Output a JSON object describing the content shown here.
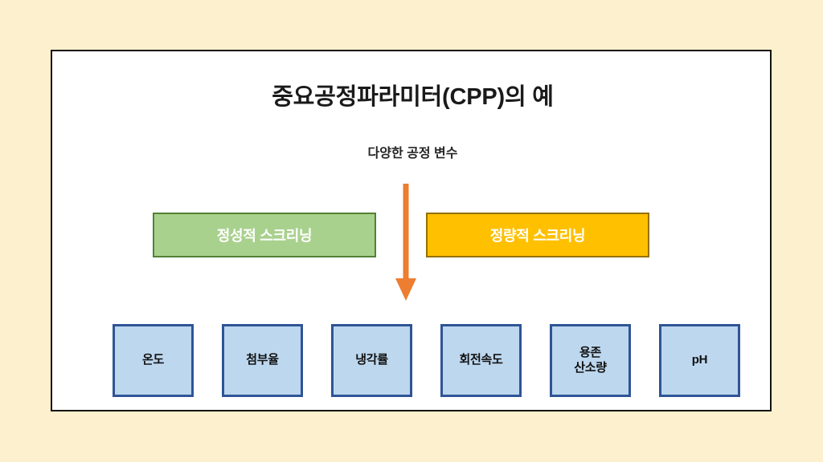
{
  "canvas": {
    "background_color": "#FDF0CE",
    "card_background": "#FFFFFF",
    "card_border_color": "#15120D"
  },
  "slide": {
    "title": "중요공정파라미터(CPP)의 예",
    "subtitle": "다양한 공정 변수"
  },
  "arrow": {
    "name": "down-arrow",
    "color": "#ED7D31",
    "direction": "down"
  },
  "screening": [
    {
      "label": "정성적 스크리닝",
      "fill": "#A9D18E",
      "border": "#538135",
      "text_color": "#FFFFFF"
    },
    {
      "label": "정량적 스크리닝",
      "fill": "#FFC000",
      "border": "#947100",
      "text_color": "#FFFFFF"
    }
  ],
  "parameters": {
    "fill": "#BDD7EE",
    "border": "#2F5496",
    "items": [
      {
        "lines": [
          "온도"
        ]
      },
      {
        "lines": [
          "첨부율"
        ]
      },
      {
        "lines": [
          "냉각률"
        ]
      },
      {
        "lines": [
          "회전속도"
        ]
      },
      {
        "lines": [
          "용존",
          "산소량"
        ]
      },
      {
        "lines": [
          "pH"
        ]
      }
    ]
  }
}
